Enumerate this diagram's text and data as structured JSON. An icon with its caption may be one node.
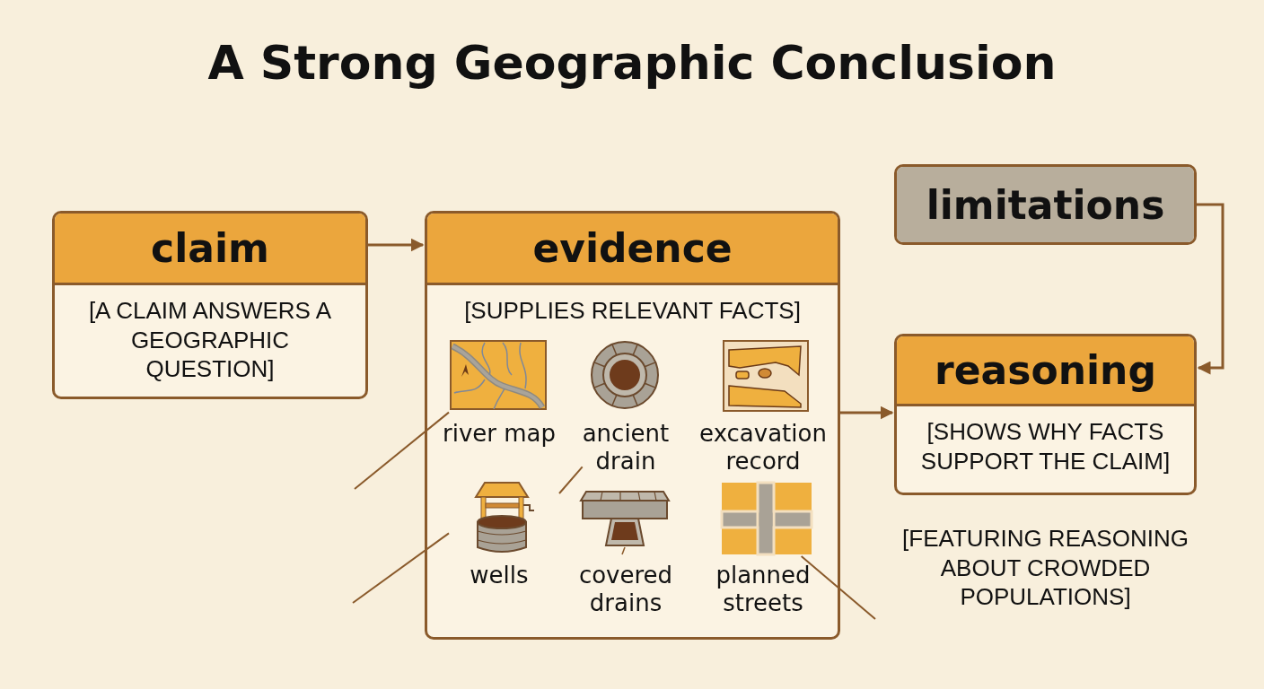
{
  "diagram": {
    "title": "A Strong Geographic Conclusion",
    "nodes": [
      {
        "text": [
          "claim",
          "[A CLAIM ANSWERS A GEOGRAPHIC QUESTION]"
        ]
      },
      {
        "text": [
          "evidence",
          "[SUPPLIES RELEVANT FACTS]"
        ]
      },
      {
        "text": [
          "limitations"
        ]
      },
      {
        "text": [
          "reasoning",
          "[SHOWS WHY FACTS SUPPORT THE CLAIM]"
        ],
        "beside": [
          "[FEATURING REASONING ABOUT CROWDED POPULATIONS]"
        ]
      },
      {
        "text": [
          "river map"
        ],
        "in": 1
      },
      {
        "text": [
          "ancient drain"
        ],
        "in": 1
      },
      {
        "text": [
          "excavation record"
        ],
        "in": 1
      },
      {
        "text": [
          "wells"
        ],
        "in": 1
      },
      {
        "text": [
          "covered drains"
        ],
        "in": 1
      },
      {
        "text": [
          "planned streets"
        ],
        "in": 1
      }
    ],
    "edges": [
      {
        "from": 0,
        "to": 1,
        "arrow": "to"
      },
      {
        "from": 1,
        "to": 3,
        "arrow": "to"
      },
      {
        "from": 2,
        "to": 3,
        "arrow": "to"
      },
      {
        "from": null,
        "to": 4,
        "arrow": "none"
      },
      {
        "from": null,
        "to": 5,
        "arrow": "none"
      },
      {
        "from": null,
        "to": 7,
        "arrow": "none"
      },
      {
        "from": null,
        "to": 9,
        "arrow": "none"
      }
    ]
  }
}
